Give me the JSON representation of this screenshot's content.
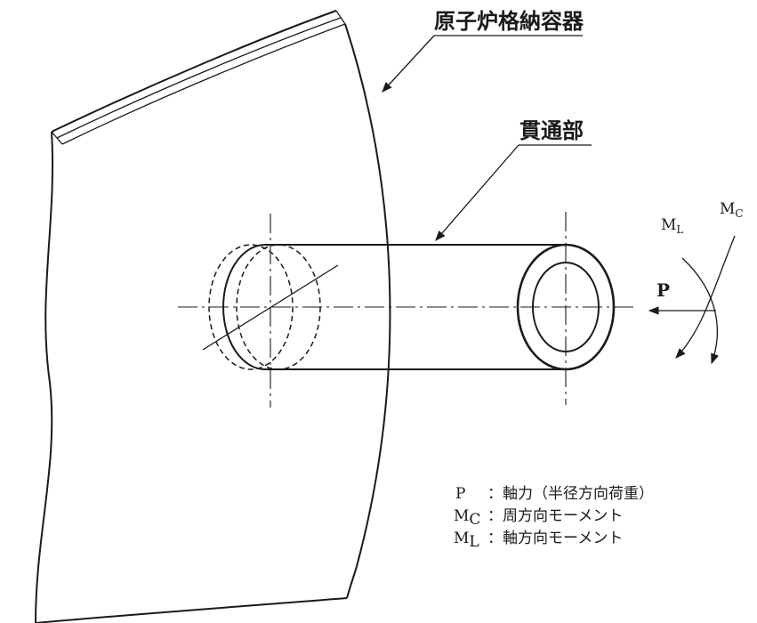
{
  "labels": {
    "vessel": "原子炉格納容器",
    "penetration": "貫通部",
    "p": "P",
    "mc_main": "M",
    "mc_sub": "C",
    "ml_main": "M",
    "ml_sub": "L"
  },
  "legend": [
    {
      "symbol": "P",
      "sub": "",
      "sep": "：",
      "text": "軸力（半径方向荷重）"
    },
    {
      "symbol": "M",
      "sub": "C",
      "sep": "：",
      "text": "周方向モーメント"
    },
    {
      "symbol": "M",
      "sub": "L",
      "sep": "：",
      "text": "軸方向モーメント"
    }
  ]
}
